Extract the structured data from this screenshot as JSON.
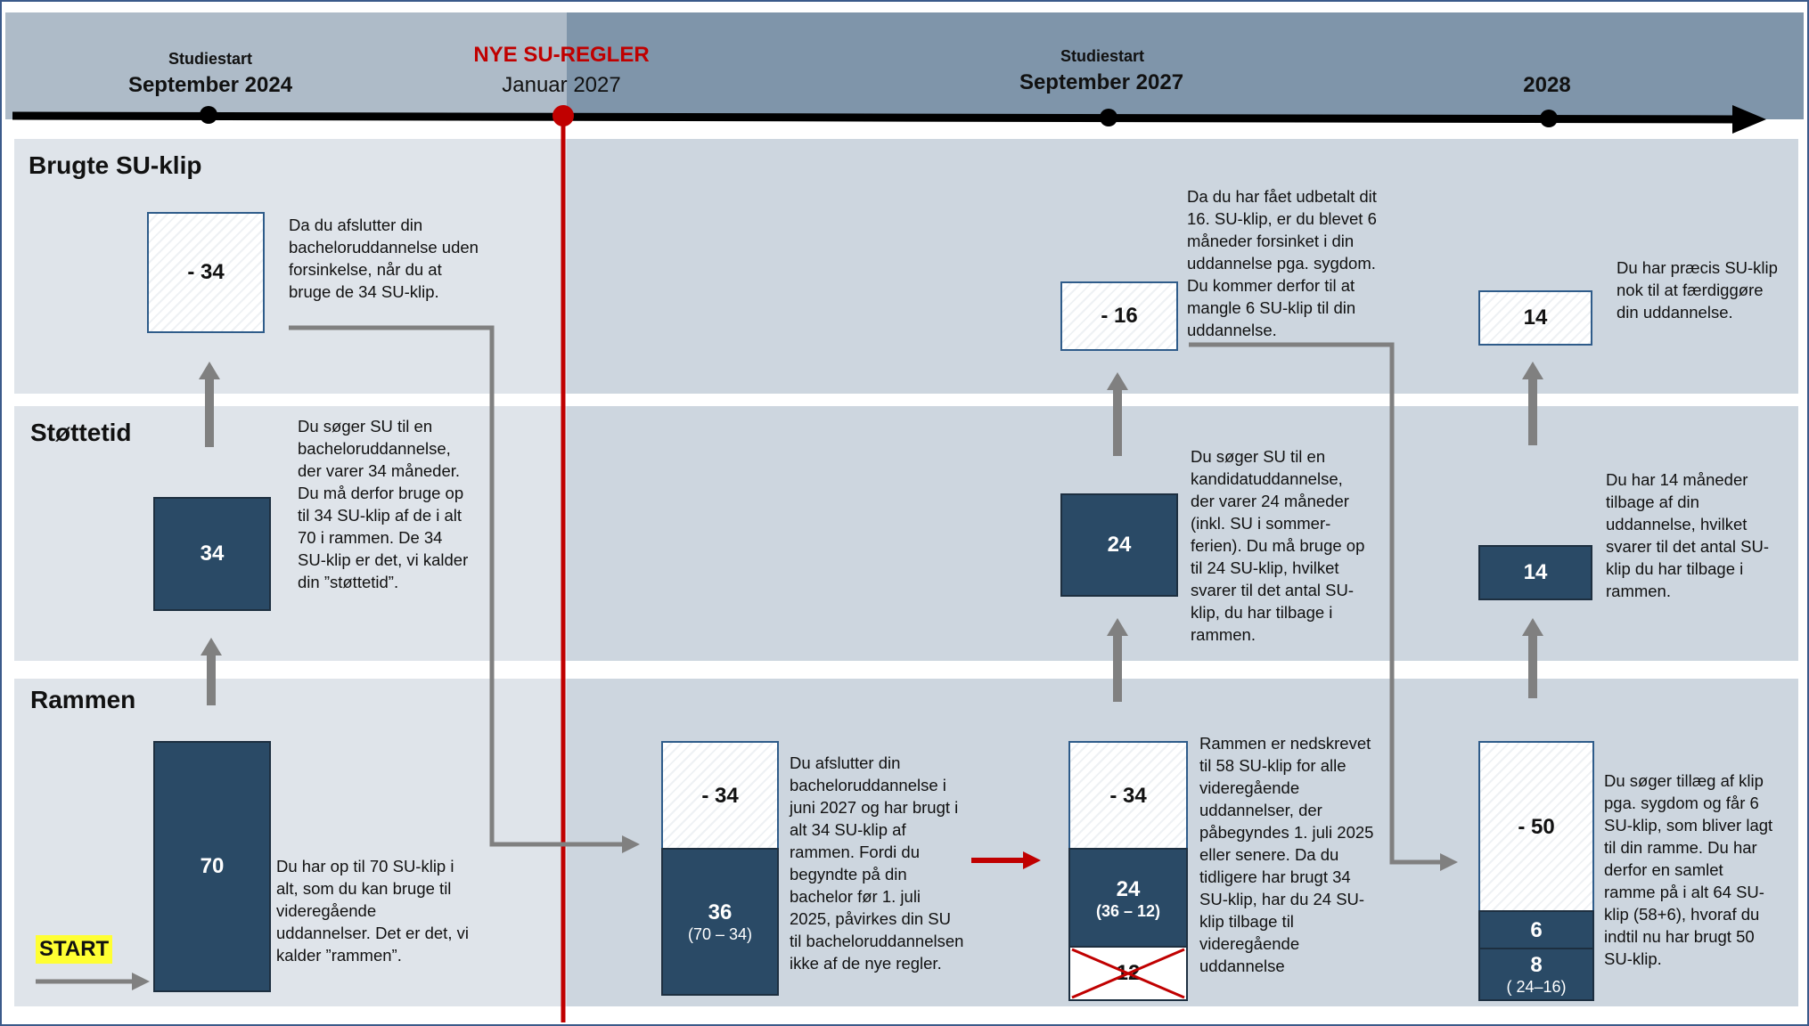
{
  "timeline": {
    "m1": {
      "small": "Studiestart",
      "big": "September 2024"
    },
    "m2": {
      "red": "NYE SU-REGLER",
      "reg": "Januar 2027"
    },
    "m3": {
      "small": "Studiestart",
      "big": "September 2027"
    },
    "m4": {
      "big": "2028"
    }
  },
  "sections": {
    "brugte": "Brugte SU-klip",
    "stottetid": "Støttetid",
    "rammen": "Rammen"
  },
  "start_label": "START",
  "boxes": {
    "b1_brugte": "- 34",
    "b1_stotte": "34",
    "b1_ramme": "70",
    "b2_used": "- 34",
    "b2_rem": "36",
    "b2_rem_sub": "(70 – 34)",
    "b3_brugte": "- 16",
    "b3_stotte": "24",
    "b3_used": "- 34",
    "b3_rem": "24",
    "b3_rem_sub": "(36 – 12)",
    "b3_cross": "12",
    "b4_brugte": "14",
    "b4_stotte": "14",
    "b4_used": "- 50",
    "b4_add": "6",
    "b4_rem": "8",
    "b4_rem_sub": "( 24–16)"
  },
  "texts": {
    "t_brugte1": "Da du afslutter din bacheloruddannelse uden forsinkelse, når du at bruge de 34 SU-klip.",
    "t_stotte1": "Du søger SU til en bacheloruddannelse, der varer 34 måneder. Du må derfor bruge op til 34 SU-klip af de i alt 70 i rammen. De 34 SU-klip er det, vi kalder din ”støttetid”.",
    "t_ramme1": "Du har op til 70 SU-klip i alt, som du kan bruge til videregående uddannelser. Det er det, vi kalder ”rammen”.",
    "t_ramme2": "Du afslutter din bacheloruddannelse i juni 2027 og har brugt i alt 34 SU-klip af rammen. Fordi du begyndte på din bachelor før 1. juli 2025, påvirkes din SU til bacheloruddannelsen ikke af de nye regler.",
    "t_brugte3": "Da du har fået udbetalt dit 16. SU-klip, er du blevet 6 måneder forsinket i din uddannelse pga. sygdom. Du kommer derfor til at mangle 6 SU-klip til din uddannelse.",
    "t_stotte3": "Du søger SU til en kandidatuddannelse, der varer 24 måneder (inkl. SU i sommer-ferien). Du må bruge op til 24 SU-klip, hvilket svarer til det antal SU-klip, du har tilbage i rammen.",
    "t_ramme3": "Rammen er nedskrevet til 58 SU-klip for alle videregående uddannelser, der påbegyndes 1. juli 2025 eller senere. Da du tidligere har brugt 34 SU-klip, har du 24 SU-klip tilbage til videregående uddannelse",
    "t_brugte4": "Du har præcis SU-klip nok til at færdiggøre din uddannelse.",
    "t_stotte4": "Du har 14 måneder tilbage af din uddannelse, hvilket svarer til det antal SU-klip du har tilbage i rammen.",
    "t_ramme4": "Du søger tillæg af klip pga. sygdom og får 6 SU-klip, som bliver lagt til din ramme. Du har derfor en samlet ramme på i alt 64 SU-klip (58+6), hvoraf du indtil nu har brugt 50 SU-klip."
  },
  "colors": {
    "dark_box": "#2a4a66",
    "red_line": "#c00000",
    "arrow_gray": "#808080"
  }
}
